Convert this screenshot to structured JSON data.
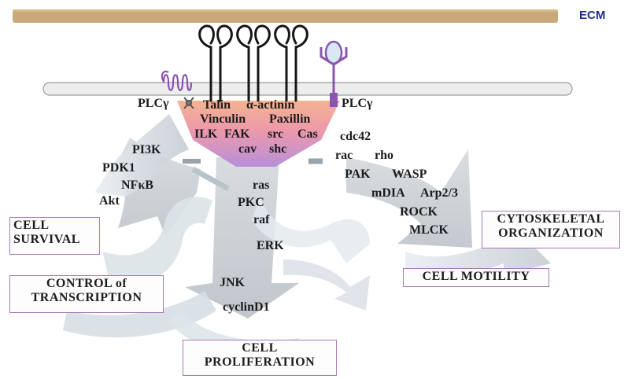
{
  "ecm_label": "ECM",
  "plc_left": "PLCγ",
  "plc_right": "PLCγ",
  "complex": {
    "talin": "Talin",
    "actinin": "α-actinin",
    "vinculin": "Vinculin",
    "paxillin": "Paxillin",
    "ilk": "ILK",
    "fak": "FAK",
    "src": "src",
    "cas": "Cas",
    "cav": "cav",
    "shc": "shc"
  },
  "survival_path": [
    "PI3K",
    "PDK1",
    "NFκB",
    "Akt"
  ],
  "center_path": [
    "ras",
    "PKC",
    "raf",
    "ERK",
    "JNK",
    "cyclinD1"
  ],
  "right_path": [
    "cdc42",
    "rac",
    "rho",
    "PAK",
    "WASP",
    "mDIA",
    "Arp2/3",
    "ROCK",
    "MLCK"
  ],
  "outcomes": {
    "cell_survival": [
      "CELL",
      "SURVIVAL"
    ],
    "control_transcription": [
      "CONTROL of",
      "TRANSCRIPTION"
    ],
    "cell_proliferation": [
      "CELL",
      "PROLIFERATION"
    ],
    "cytoskeletal": [
      "CYTOSKELETAL",
      "ORGANIZATION"
    ],
    "cell_motility": "CELL MOTILITY"
  },
  "colors": {
    "ecm_band": "#c8a877",
    "membrane": "#ececec",
    "complex_top": "#f2a98a",
    "complex_mid": "#e98fa8",
    "complex_bottom": "#b58ad6",
    "arrow": "#c9ced3",
    "arrow_light": "#dfe7ec",
    "receptor": "#1a1a1a",
    "purple": "#8a55b0"
  }
}
